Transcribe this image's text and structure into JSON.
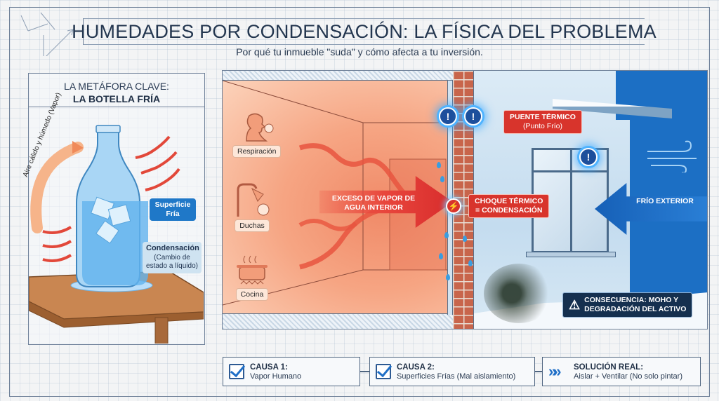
{
  "header": {
    "title": "HUMEDADES POR CONDENSACIÓN: LA FÍSICA DEL PROBLEMA",
    "subtitle": "Por qué tu inmueble \"suda\" y cómo afecta a tu inversión."
  },
  "metaphor_panel": {
    "heading_line1": "LA METÁFORA CLAVE:",
    "heading_line2": "LA BOTELLA FRÍA",
    "arc_label": "Aire cálido y húmedo (Vapor)",
    "cold_surface_label": "Superficie Fría",
    "condensation_title": "Condensación",
    "condensation_detail": "(Cambio de estado a líquido)"
  },
  "scene": {
    "sources": [
      {
        "icon": "person-breathing-icon",
        "label": "Respiración"
      },
      {
        "icon": "shower-icon",
        "label": "Duchas"
      },
      {
        "icon": "cooking-pot-icon",
        "label": "Cocina"
      }
    ],
    "vapor_arrow_label": "EXCESO DE VAPOR DE AGUA INTERIOR",
    "cold_arrow_label": "FRÍO EXTERIOR",
    "thermal_bridge": {
      "title": "PUENTE TÉRMICO",
      "subtitle": "(Punto Frío)"
    },
    "thermal_shock": {
      "line1": "CHOQUE TÉRMICO",
      "line2": "= CONDENSACIÓN"
    },
    "consequence": {
      "line1": "CONSECUENCIA: MOHO Y",
      "line2": "DEGRADACIÓN DEL ACTIVO"
    },
    "alert_glyph": "!",
    "bolt_glyph": "⚡",
    "warning_glyph": "⚠"
  },
  "flow": [
    {
      "icon": "checkbox-icon",
      "title": "CAUSA 1:",
      "detail": "Vapor Humano"
    },
    {
      "icon": "checkbox-icon",
      "title": "CAUSA 2:",
      "detail": "Superficies Frías (Mal aislamiento)"
    },
    {
      "icon": "double-chevron-icon",
      "glyph": "»»",
      "title": "SOLUCIÓN REAL:",
      "detail": "Aislar + Ventilar (No solo pintar)"
    }
  ],
  "colors": {
    "warm": "#f6a583",
    "hot_red": "#d8342c",
    "cold_blue": "#1c6fc4",
    "navy": "#15304f",
    "ink": "#23364f"
  }
}
